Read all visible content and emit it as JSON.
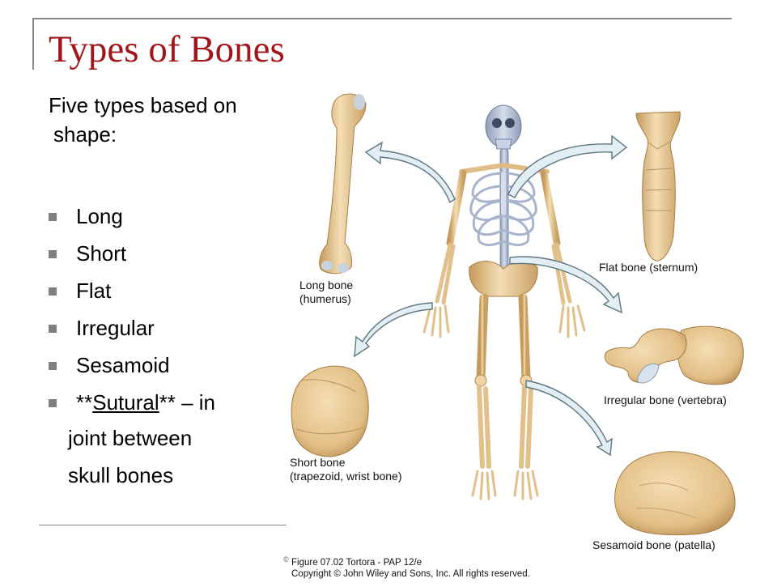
{
  "slide": {
    "title": "Types of Bones",
    "intro_line1": "Five types based on",
    "intro_line2": "shape:",
    "bullets": [
      "Long",
      "Short",
      "Flat",
      "Irregular",
      "Sesamoid"
    ],
    "sutural_prefix": "**",
    "sutural_word": "Sutural",
    "sutural_suffix": "** – in",
    "sutural_cont1": "joint between",
    "sutural_cont2": "skull bones",
    "corner_mark": "©"
  },
  "figure": {
    "labels": {
      "long_bone_1": "Long bone",
      "long_bone_2": "(humerus)",
      "flat_bone": "Flat bone (sternum)",
      "irregular_bone": "Irregular bone (vertebra)",
      "short_bone_1": "Short bone",
      "short_bone_2": "(trapezoid, wrist bone)",
      "sesamoid_bone": "Sesamoid bone (patella)"
    },
    "caption_1": "Figure 07.02  Tortora - PAP 12/e",
    "caption_2": "Copyright © John Wiley and Sons, Inc. All rights reserved."
  },
  "colors": {
    "title": "#a0161b",
    "bone": "#e8c894",
    "bone_shadow": "#c59a5c",
    "bone_light": "#f4deb4",
    "axial": "#b9c6dc",
    "axial_dark": "#8c9bb6",
    "arrow_fill": "#e2eef4",
    "arrow_stroke": "#5d7680",
    "bullet": "#7f7f7f"
  }
}
